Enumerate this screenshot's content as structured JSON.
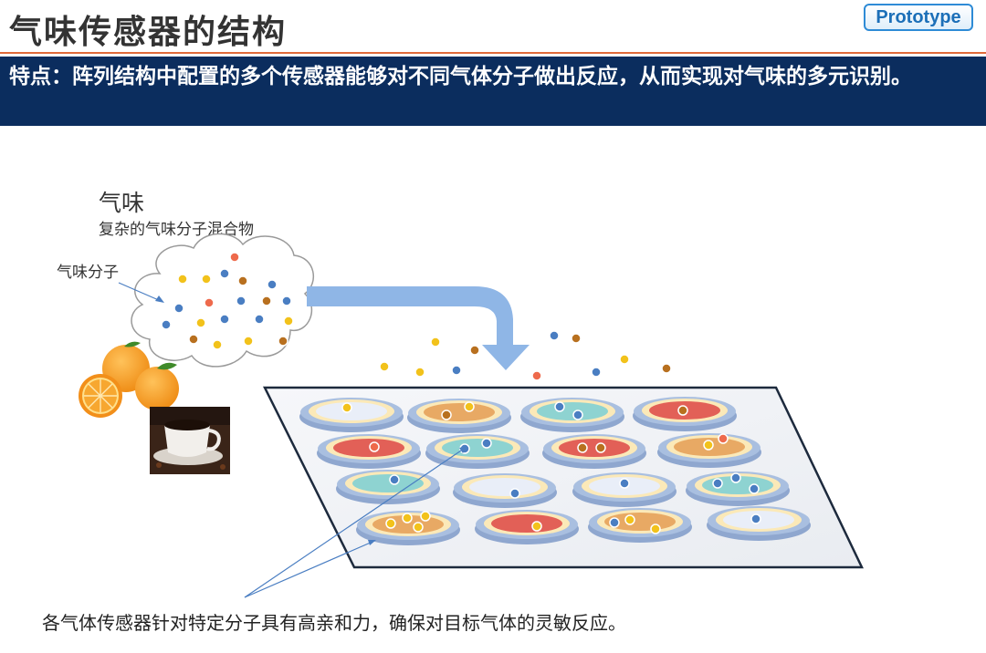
{
  "title": "气味传感器的结构",
  "badge": "Prototype",
  "feature_text": "特点：阵列结构中配置的多个传感器能够对不同气体分子做出反应，从而实现对气味的多元识别。",
  "odor": {
    "title": "气味",
    "subtitle": "复杂的气味分子混合物",
    "molecule_label": "气味分子"
  },
  "caption": "各气体传感器针对特定分子具有高亲和力，确保对目标气体的灵敏反应。",
  "colors": {
    "banner": "#0b2d5e",
    "title_rule": "#e06a3a",
    "molecule_blue": "#4a7ec2",
    "molecule_yellow": "#f2c21b",
    "molecule_brown": "#b8701f",
    "molecule_red": "#ee6a4c",
    "sensor_red": "#e26057",
    "sensor_orange": "#e8a964",
    "sensor_teal": "#8ed3d1",
    "sensor_white": "#e9eef8",
    "arrow": "#8fb6e6"
  }
}
